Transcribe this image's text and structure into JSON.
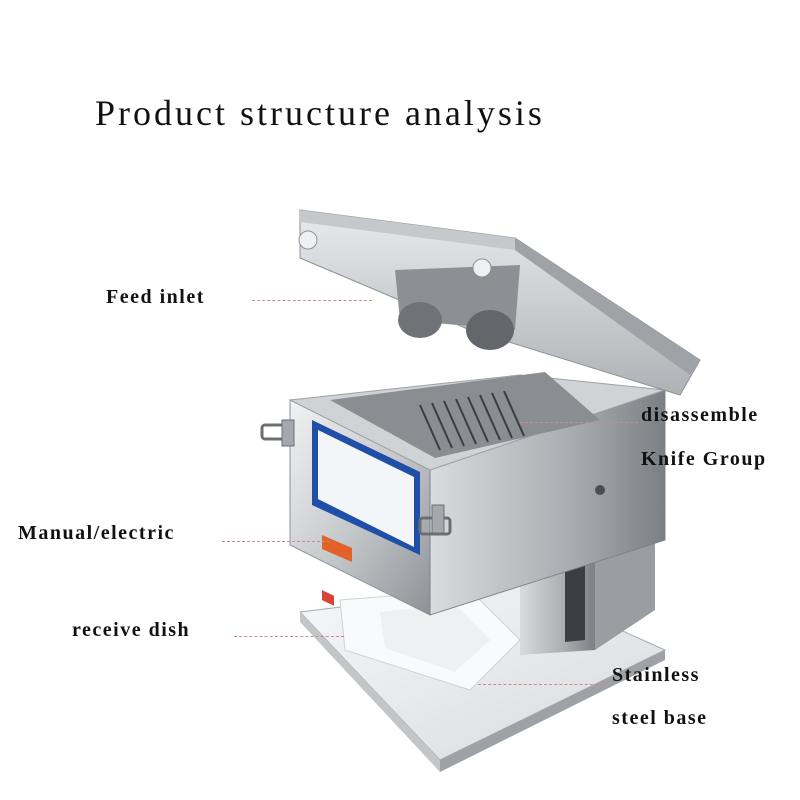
{
  "title": "Product structure analysis",
  "labels": {
    "feed_inlet": "Feed inlet",
    "disassemble_line1": "disassemble",
    "disassemble_line2": "Knife Group",
    "manual_electric": "Manual/electric",
    "receive_dish": "receive dish",
    "stainless_line1": "Stainless",
    "stainless_line2": "steel base"
  },
  "colors": {
    "leader_line": "#d08a8a",
    "steel_light": "#e4e6e8",
    "steel_mid": "#b9bcc0",
    "steel_dark": "#7d8186",
    "panel_blue": "#1f4fa8",
    "switch_orange": "#e2622a"
  }
}
